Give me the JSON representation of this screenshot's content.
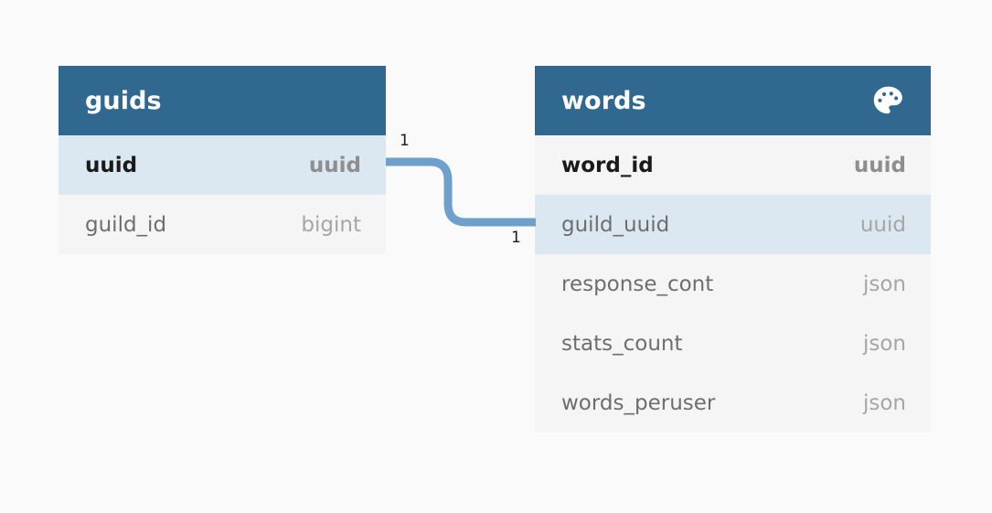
{
  "diagram": {
    "type": "entity-relationship-diagram",
    "background_color": "#fafafa",
    "header_color": "#31688f",
    "highlight_color": "#dbe8f1",
    "row_color": "#f5f5f5",
    "connector_color": "#6f9fcb"
  },
  "tables": [
    {
      "name": "guids",
      "icon": null,
      "columns": [
        {
          "field": "uuid",
          "type": "uuid",
          "key": true,
          "highlight": true
        },
        {
          "field": "guild_id",
          "type": "bigint",
          "key": false,
          "highlight": false
        }
      ]
    },
    {
      "name": "words",
      "icon": "palette-icon",
      "columns": [
        {
          "field": "word_id",
          "type": "uuid",
          "key": true,
          "highlight": false
        },
        {
          "field": "guild_uuid",
          "type": "uuid",
          "key": false,
          "highlight": true
        },
        {
          "field": "response_cont",
          "type": "json",
          "key": false,
          "highlight": false
        },
        {
          "field": "stats_count",
          "type": "json",
          "key": false,
          "highlight": false
        },
        {
          "field": "words_peruser",
          "type": "json",
          "key": false,
          "highlight": false
        }
      ]
    }
  ],
  "relationship": {
    "from_table": "guids",
    "from_column": "uuid",
    "to_table": "words",
    "to_column": "guild_uuid",
    "left_cardinality": "1",
    "right_cardinality": "1"
  }
}
